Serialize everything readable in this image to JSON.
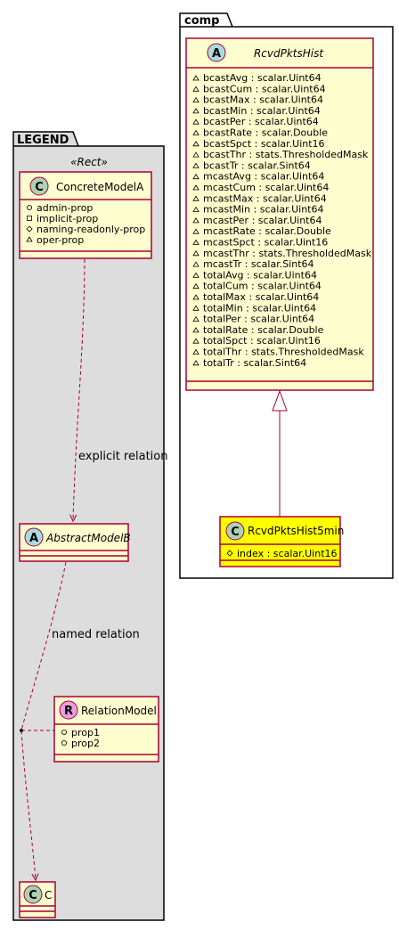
{
  "colors": {
    "class_fill": "#FEFECE",
    "class_border": "#A80036",
    "highlight_fill": "#FFFF00",
    "legend_fill": "#DDDDDD",
    "c_icon": "#ADD1B2",
    "a_icon": "#A9DCDF",
    "r_icon": "#E8A0DF",
    "edge": "#A80036"
  },
  "packages": {
    "comp": {
      "label": "comp"
    },
    "legend": {
      "label": "LEGEND",
      "stereotype": "«Rect»"
    }
  },
  "classes": {
    "rcvd_pkts_hist": {
      "icon": "A",
      "name": "RcvdPktsHist",
      "attributes": [
        "bcastAvg : scalar.Uint64",
        "bcastCum : scalar.Uint64",
        "bcastMax : scalar.Uint64",
        "bcastMin : scalar.Uint64",
        "bcastPer : scalar.Uint64",
        "bcastRate : scalar.Double",
        "bcastSpct : scalar.Uint16",
        "bcastThr : stats.ThresholdedMask",
        "bcastTr : scalar.Sint64",
        "mcastAvg : scalar.Uint64",
        "mcastCum : scalar.Uint64",
        "mcastMax : scalar.Uint64",
        "mcastMin : scalar.Uint64",
        "mcastPer : scalar.Uint64",
        "mcastRate : scalar.Double",
        "mcastSpct : scalar.Uint16",
        "mcastThr : stats.ThresholdedMask",
        "mcastTr : scalar.Sint64",
        "totalAvg : scalar.Uint64",
        "totalCum : scalar.Uint64",
        "totalMax : scalar.Uint64",
        "totalMin : scalar.Uint64",
        "totalPer : scalar.Uint64",
        "totalRate : scalar.Double",
        "totalSpct : scalar.Uint16",
        "totalThr : stats.ThresholdedMask",
        "totalTr : scalar.Sint64"
      ]
    },
    "rcvd_pkts_hist_5min": {
      "icon": "C",
      "name": "RcvdPktsHist5min",
      "attributes": [
        "index : scalar.Uint16"
      ]
    },
    "concrete_model_a": {
      "icon": "C",
      "name": "ConcreteModelA",
      "attributes": [
        "admin-prop",
        "implicit-prop",
        "naming-readonly-prop",
        "oper-prop"
      ]
    },
    "abstract_model_b": {
      "icon": "A",
      "name": "AbstractModelB"
    },
    "relation_model": {
      "icon": "R",
      "name": "RelationModel",
      "attributes": [
        "prop1",
        "prop2"
      ]
    },
    "c": {
      "icon": "C",
      "name": "C"
    }
  },
  "relations": {
    "explicit": "explicit relation",
    "named": "named relation"
  }
}
